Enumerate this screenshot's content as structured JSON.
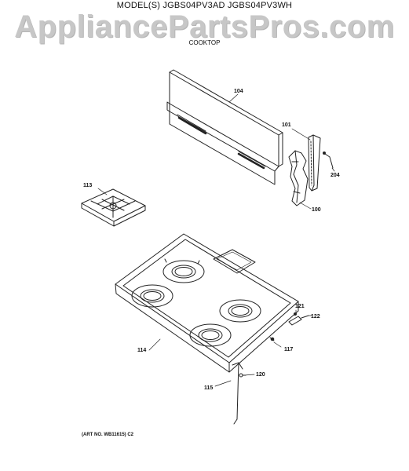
{
  "header": {
    "models": "MODEL(S) JGBS04PV3AD  JGBS04PV3WH",
    "watermark": "AppliancePartsPros.com",
    "section": "COOKTOP"
  },
  "parts": {
    "p104": "104",
    "p101": "101",
    "p204": "204",
    "p100": "100",
    "p113": "113",
    "p114": "114",
    "p121": "121",
    "p122": "122",
    "p117": "117",
    "p120": "120",
    "p115": "115"
  },
  "footer": {
    "art_no": "(ART NO. WB11615) C2"
  }
}
